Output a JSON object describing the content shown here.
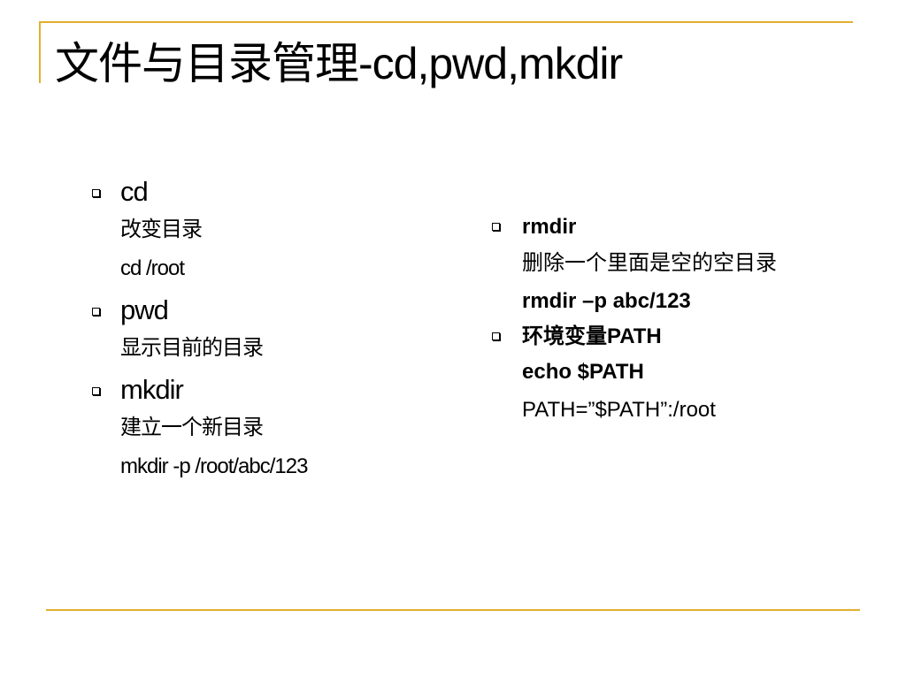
{
  "slide": {
    "title": "文件与目录管理-cd,pwd,mkdir",
    "left_column": {
      "items": [
        {
          "heading": "cd",
          "description": "改变目录",
          "example": "cd /root"
        },
        {
          "heading": "pwd",
          "description": "显示目前的目录",
          "example": ""
        },
        {
          "heading": "mkdir",
          "description": "建立一个新目录",
          "example": "mkdir -p /root/abc/123"
        }
      ]
    },
    "right_column": {
      "items": [
        {
          "heading": "rmdir",
          "description": "删除一个里面是空的空目录",
          "example": "rmdir –p abc/123"
        },
        {
          "heading": "环境变量PATH",
          "example": "echo $PATH",
          "example2": "PATH=”$PATH”:/root"
        }
      ]
    }
  },
  "colors": {
    "frame_line": "#e0b030",
    "text": "#000000",
    "background": "#ffffff"
  }
}
